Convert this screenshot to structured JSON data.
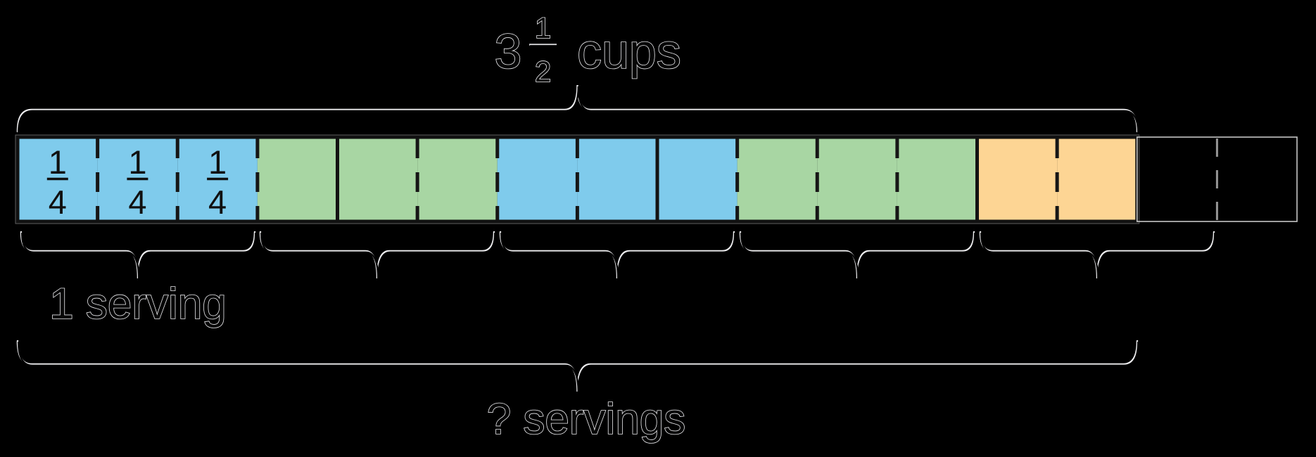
{
  "top_label": {
    "whole": "3",
    "fraction_numerator": "1",
    "fraction_denominator": "2",
    "unit": "cups"
  },
  "labels": {
    "serving": "1 serving",
    "question": "? servings"
  },
  "colors": {
    "background": "#000000",
    "segment_blue": "#7FCBEC",
    "segment_green": "#A8D6A3",
    "segment_orange": "#FDD594",
    "line_black": "#131313",
    "halo_white": "#EDEDEF"
  },
  "cells": [
    {
      "fill": "#7FCBEC",
      "label_numerator": "1",
      "label_denominator": "4"
    },
    {
      "fill": "#7FCBEC",
      "label_numerator": "1",
      "label_denominator": "4"
    },
    {
      "fill": "#7FCBEC",
      "label_numerator": "1",
      "label_denominator": "4"
    },
    {
      "fill": "#A8D6A3"
    },
    {
      "fill": "#A8D6A3"
    },
    {
      "fill": "#A8D6A3"
    },
    {
      "fill": "#7FCBEC"
    },
    {
      "fill": "#7FCBEC"
    },
    {
      "fill": "#7FCBEC"
    },
    {
      "fill": "#A8D6A3"
    },
    {
      "fill": "#A8D6A3"
    },
    {
      "fill": "#A8D6A3"
    },
    {
      "fill": "#FDD594"
    },
    {
      "fill": "#FDD594"
    },
    {
      "fill": "none"
    },
    {
      "fill": "none"
    }
  ]
}
